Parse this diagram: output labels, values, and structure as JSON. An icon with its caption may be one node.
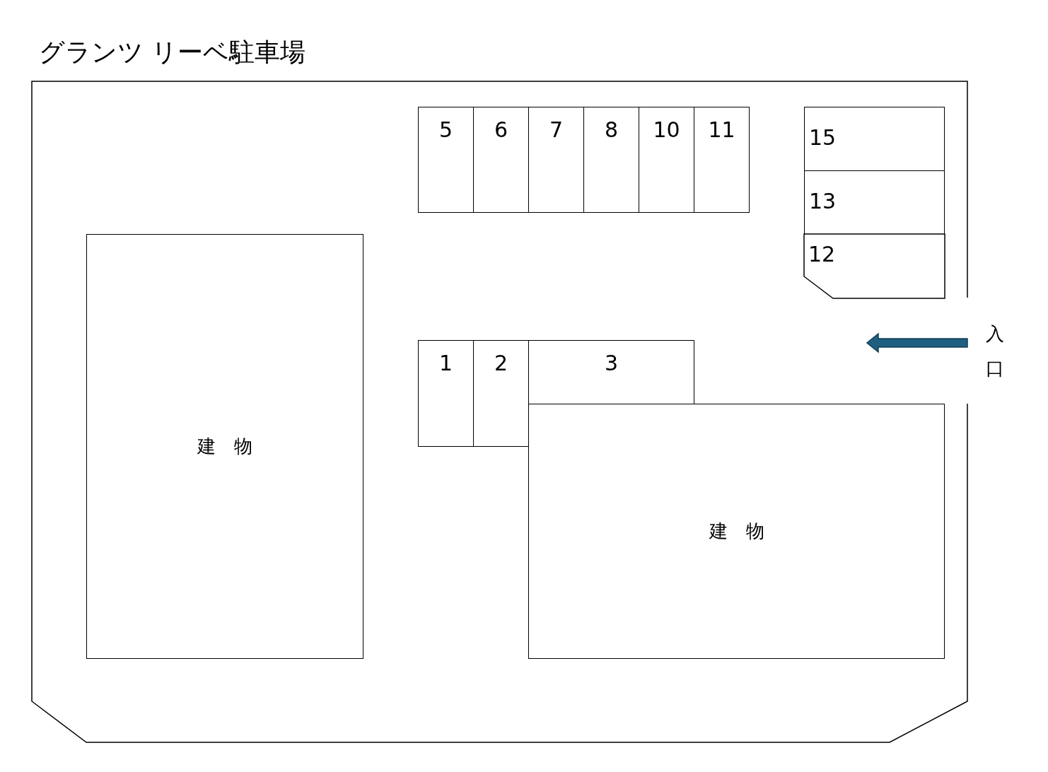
{
  "diagram": {
    "title": "グランツ リーベ駐車場",
    "nodes": [
      {
        "text": [
          "5"
        ]
      },
      {
        "text": [
          "6"
        ]
      },
      {
        "text": [
          "7"
        ]
      },
      {
        "text": [
          "8"
        ]
      },
      {
        "text": [
          "10"
        ]
      },
      {
        "text": [
          "11"
        ]
      },
      {
        "text": [
          "15"
        ]
      },
      {
        "text": [
          "13"
        ]
      },
      {
        "text": [
          "12"
        ]
      },
      {
        "text": [
          "建　物"
        ]
      },
      {
        "text": [
          "1"
        ]
      },
      {
        "text": [
          "2"
        ]
      },
      {
        "text": [
          "3"
        ]
      },
      {
        "text": [
          "建　物"
        ]
      }
    ],
    "labels": [
      "入口"
    ]
  }
}
